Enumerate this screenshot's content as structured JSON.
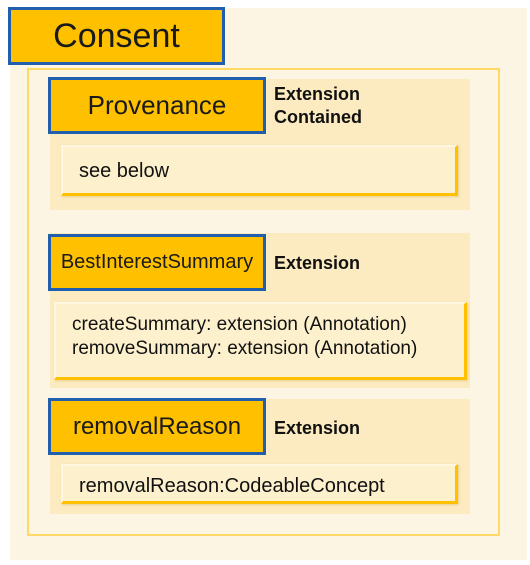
{
  "root": {
    "title": "Consent"
  },
  "sections": [
    {
      "title": "Provenance",
      "labels": [
        "Extension",
        "Contained"
      ],
      "lines": [
        "see below"
      ]
    },
    {
      "title": "BestInterestSummary",
      "labels": [
        "Extension"
      ],
      "lines": [
        "createSummary: extension (Annotation)",
        "removeSummary: extension (Annotation)"
      ]
    },
    {
      "title": "removalReason",
      "labels": [
        "Extension"
      ],
      "lines": [
        "removalReason:CodeableConcept"
      ]
    }
  ],
  "colors": {
    "box_fill": "#ffc000",
    "box_border": "#1f5fae",
    "panel_bg": "#fdf5e3",
    "section_bg": "#fcebc0",
    "content_bg": "#fdf0cd"
  }
}
